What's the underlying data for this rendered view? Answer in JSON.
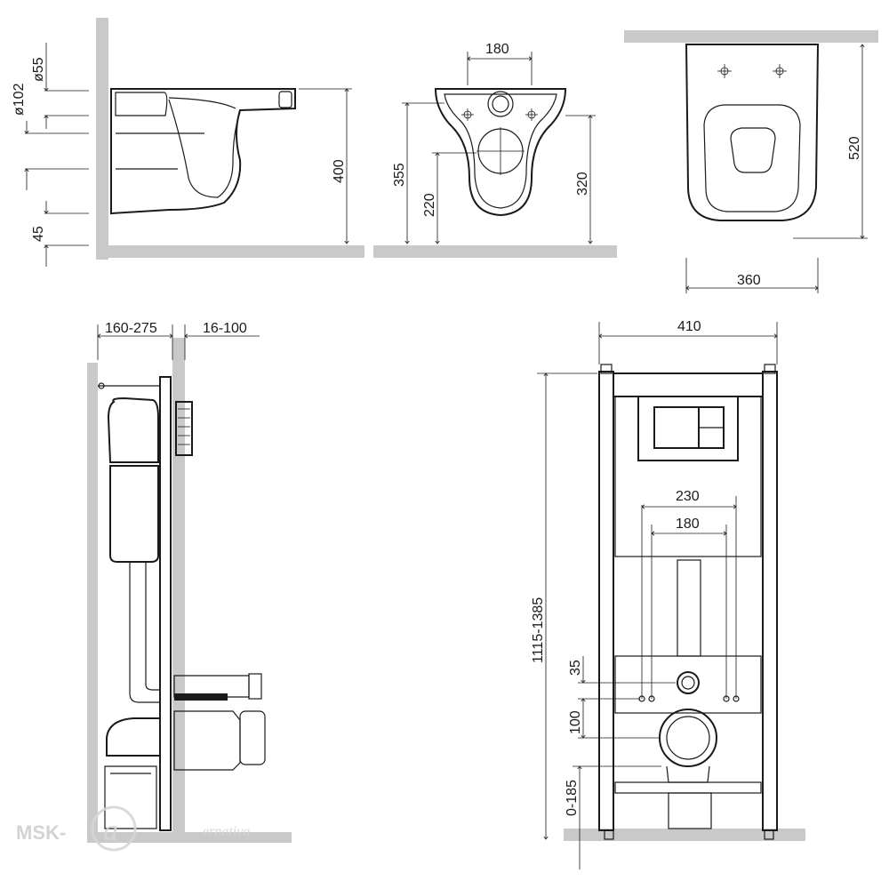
{
  "top_views": {
    "side": {
      "d55": "ø55",
      "d102": "ø102",
      "h400": "400",
      "h45": "45"
    },
    "front": {
      "w180": "180",
      "h355": "355",
      "h220": "220",
      "h320": "320"
    },
    "plan": {
      "h520": "520",
      "w360": "360"
    }
  },
  "frame_side": {
    "d160_275": "160-275",
    "d16_100": "16-100"
  },
  "frame_front": {
    "w410": "410",
    "w230": "230",
    "w180": "180",
    "h1115_1385": "1115-1385",
    "h35": "35",
    "h100": "100",
    "h0_185": "0-185"
  },
  "watermark": {
    "brand": "MSK-",
    "sub": "ernativa"
  }
}
